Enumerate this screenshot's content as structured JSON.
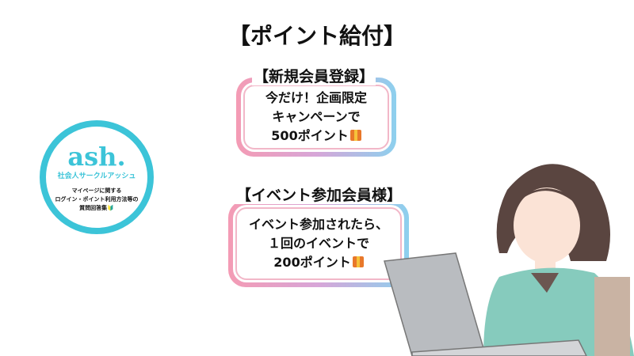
{
  "title": "【ポイント給付】",
  "logo": {
    "brand": "ash.",
    "subtitle": "社会人サークルアッシュ",
    "description": [
      "マイページに関する",
      "ログイン・ポイント利用方法等の",
      "質問回答集🔰"
    ]
  },
  "sections": [
    {
      "heading": "【新規会員登録】",
      "lines": [
        "今だけ！企画限定",
        "キャンペーンで",
        "500ポイント"
      ],
      "icon": "gift-icon"
    },
    {
      "heading": "【イベント参加会員様】",
      "lines": [
        "イベント参加されたら、",
        "１回のイベントで",
        "200ポイント"
      ],
      "icon": "gift-icon"
    }
  ],
  "colors": {
    "accent": "#3cc4d8",
    "pink": "#f49bb4",
    "blue": "#8dd0ee"
  }
}
